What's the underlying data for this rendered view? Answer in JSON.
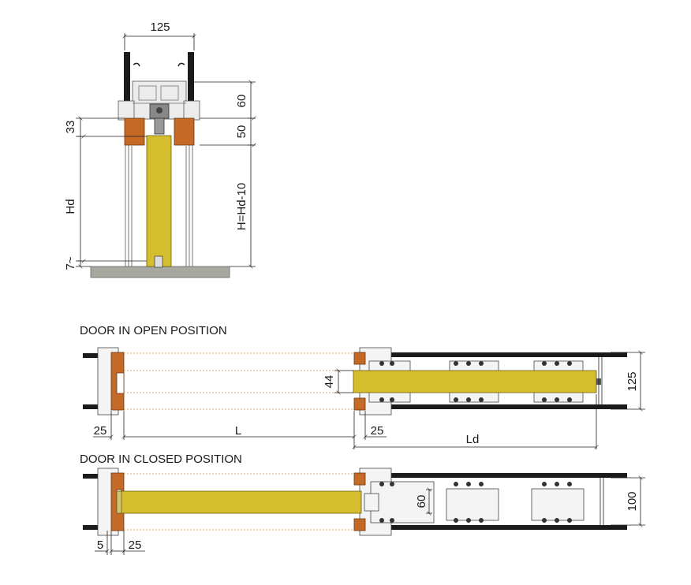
{
  "sections": {
    "open_title": "DOOR IN OPEN POSITION",
    "closed_title": "DOOR IN CLOSED POSITION"
  },
  "dims": {
    "top_width": "125",
    "right_60": "60",
    "right_50": "50",
    "left_33": "33",
    "left_hd": "Hd",
    "left_7": "7~",
    "right_h": "H=Hd-10",
    "open_44": "44",
    "open_125": "125",
    "open_25_left": "25",
    "open_l": "L",
    "open_25_right": "25",
    "open_ld": "Ld",
    "closed_60": "60",
    "closed_100": "100",
    "closed_5": "5",
    "closed_25": "25"
  },
  "colors": {
    "wood": "#c56a26",
    "door_panel": "#d4be2e",
    "wall": "#1b1b1b",
    "floor": "#a8a8a0"
  }
}
